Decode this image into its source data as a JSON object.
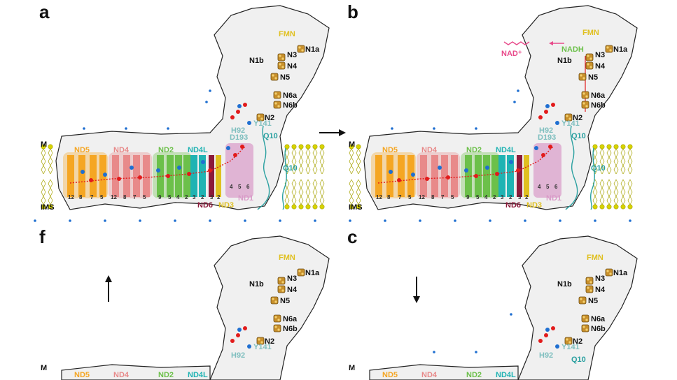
{
  "panels": {
    "a": {
      "letter": "a"
    },
    "b": {
      "letter": "b"
    },
    "c": {
      "letter": "c"
    },
    "f": {
      "letter": "f"
    }
  },
  "labels": {
    "fmn": "FMN",
    "nadh": "NADH",
    "nad": "NAD⁺",
    "n1a": "N1a",
    "n1b": "N1b",
    "n3": "N3",
    "n4": "N4",
    "n5": "N5",
    "n6a": "N6a",
    "n6b": "N6b",
    "n2": "N2",
    "h92": "H92",
    "d193": "D193",
    "y141": "Y141",
    "q10": "Q10",
    "m": "M",
    "ims": "IMS"
  },
  "subunits": {
    "nd5": "ND5",
    "nd4": "ND4",
    "nd2": "ND2",
    "nd4l": "ND4L",
    "nd6": "ND6",
    "nd3": "ND3",
    "nd1": "ND1"
  },
  "helix_numbers": {
    "nd5": [
      "12",
      "8",
      "7",
      "5"
    ],
    "nd4": [
      "12",
      "8",
      "7",
      "5"
    ],
    "nd2": [
      "9",
      "5",
      "4",
      "2"
    ],
    "nd4l": [
      "3",
      "2"
    ],
    "nd3": [
      "3",
      "2"
    ],
    "nd1": [
      "4",
      "5",
      "6"
    ]
  },
  "colors": {
    "nd5": "#f5a623",
    "nd4": "#e88a8a",
    "nd2": "#6cc04a",
    "nd4l": "#1fb3b3",
    "nd6": "#8b1a3a",
    "nd3": "#e0c020",
    "nd1": "#d99ac8",
    "fmn": "#e0c020",
    "nad": "#e84a8a",
    "q10": "#2aa0a0",
    "water": "#1f6fd1",
    "proton": "#e21b1b",
    "membrane": "#c8c800",
    "arrow": "#111111"
  }
}
